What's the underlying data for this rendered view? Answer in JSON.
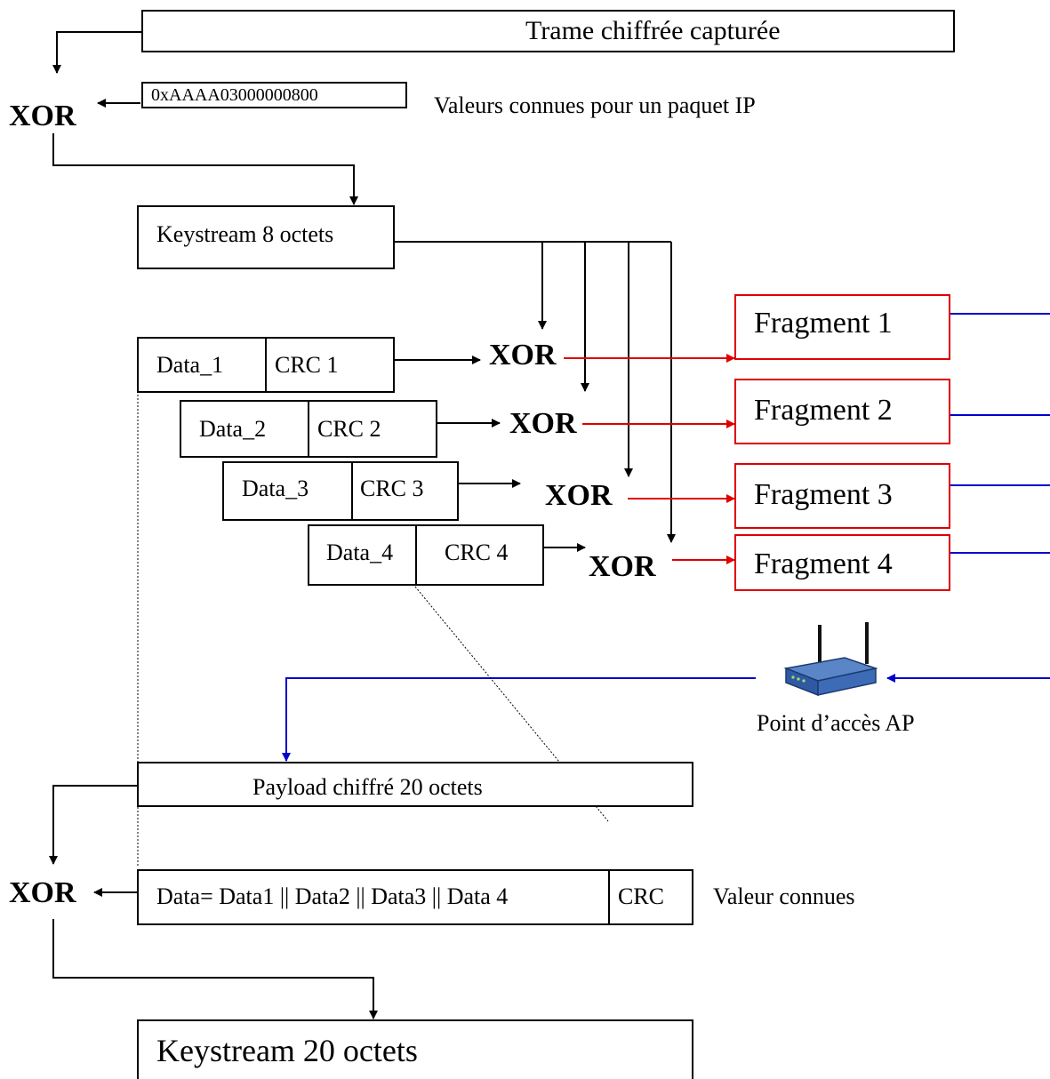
{
  "captured_frame": "Trame chiffrée capturée",
  "xor_label": "XOR",
  "known_value": "0xAAAA03000000800",
  "known_value_caption": "Valeurs connues pour un paquet IP",
  "keystream_8": "Keystream 8 octets",
  "fragments_in": [
    {
      "data": "Data_1",
      "crc": "CRC 1"
    },
    {
      "data": "Data_2",
      "crc": "CRC 2"
    },
    {
      "data": "Data_3",
      "crc": "CRC 3"
    },
    {
      "data": "Data_4",
      "crc": "CRC 4"
    }
  ],
  "fragments_out": [
    "Fragment 1",
    "Fragment 2",
    "Fragment 3",
    "Fragment 4"
  ],
  "access_point_label": "Point d’accès AP",
  "payload": "Payload chiffré 20 octets",
  "data_concat": "Data= Data1 || Data2 ||  Data3 || Data 4",
  "crc": "CRC",
  "known_caption": "Valeur connues",
  "keystream_20": "Keystream 20 octets",
  "colors": {
    "black": "#000000",
    "red": "#e00000",
    "blue": "#0000cc"
  }
}
